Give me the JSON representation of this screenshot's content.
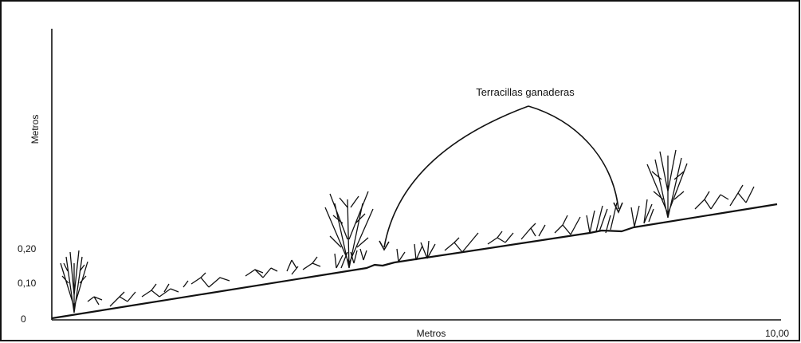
{
  "figure": {
    "annotation": "Terracillas ganaderas",
    "y_axis_label": "Metros",
    "x_axis_label": "Metros",
    "y_ticks": [
      "0,20",
      "0,10",
      "0"
    ],
    "x_end_tick": "10,00"
  },
  "colors": {
    "ink": "#111111",
    "background": "#ffffff"
  }
}
